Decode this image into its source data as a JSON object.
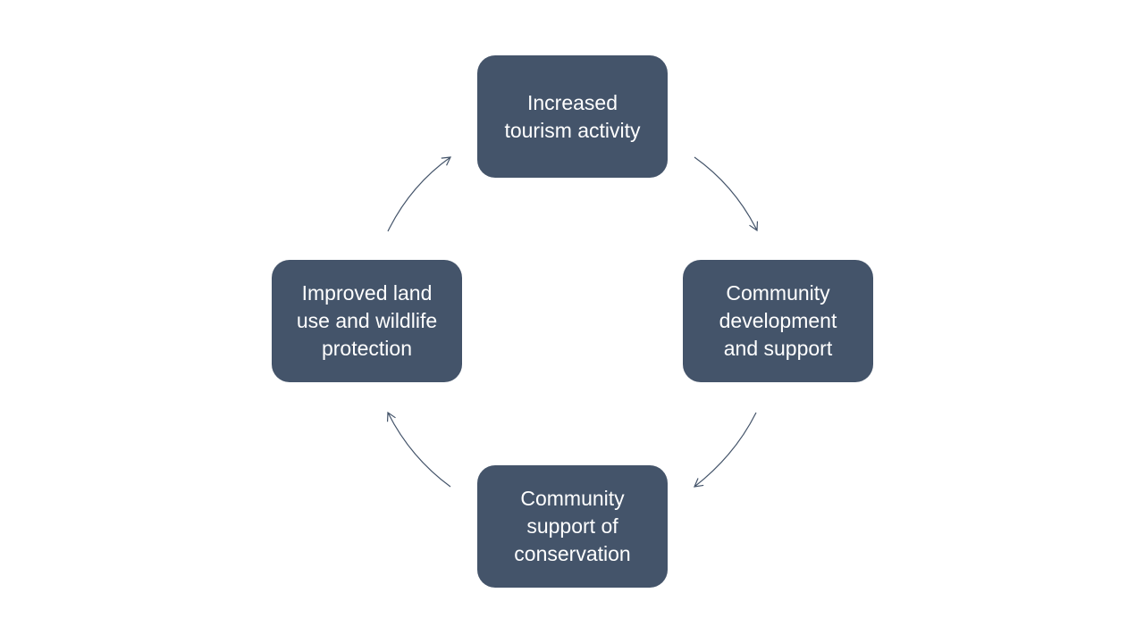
{
  "diagram": {
    "type": "cycle",
    "colors": {
      "node_fill": "#44546A",
      "node_text": "#FFFFFF",
      "arrow": "#44546A",
      "background": "#FFFFFF"
    },
    "nodes": [
      {
        "id": "top",
        "label": "Increased tourism activity"
      },
      {
        "id": "right",
        "label": "Community development and support"
      },
      {
        "id": "bottom",
        "label": "Community support of conservation"
      },
      {
        "id": "left",
        "label": "Improved land use and wildlife protection"
      }
    ],
    "edges": [
      {
        "from": "top",
        "to": "right"
      },
      {
        "from": "right",
        "to": "bottom"
      },
      {
        "from": "bottom",
        "to": "left"
      },
      {
        "from": "left",
        "to": "top"
      }
    ]
  }
}
